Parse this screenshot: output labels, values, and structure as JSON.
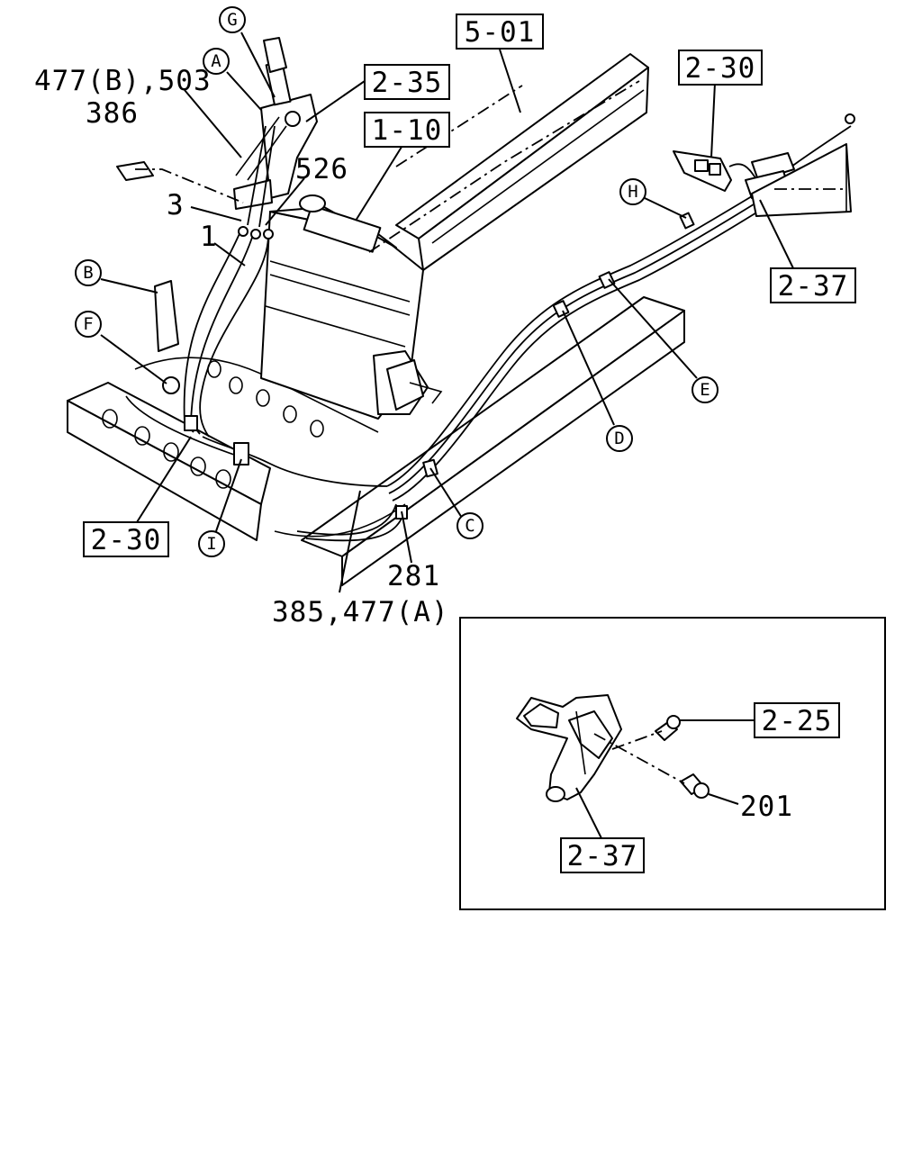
{
  "diagram": {
    "main_view": {
      "ref_boxes": [
        "5-01",
        "2-35",
        "1-10",
        "2-30",
        "2-37",
        "2-30"
      ],
      "part_numbers": [
        "477(B),503",
        "386",
        "526",
        "3",
        "1",
        "281",
        "385,477(A)"
      ],
      "circle_labels": [
        "G",
        "A",
        "B",
        "F",
        "H",
        "E",
        "D",
        "C",
        "I"
      ]
    },
    "inset_view": {
      "ref_boxes": [
        "2-25",
        "2-37"
      ],
      "part_numbers": [
        "201"
      ]
    }
  }
}
